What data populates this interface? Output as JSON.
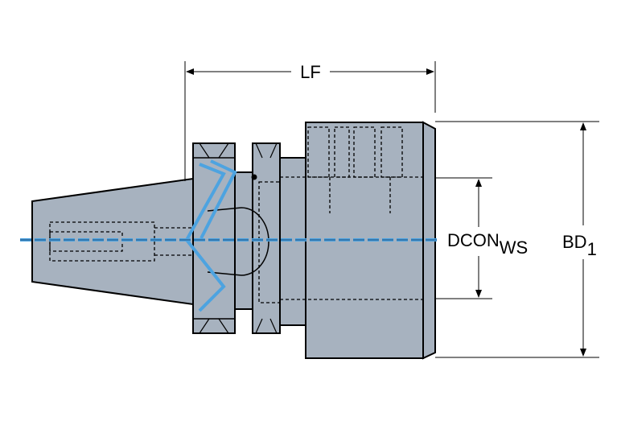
{
  "dimensions": {
    "lf": "LF",
    "dcon_main": "DCON",
    "dcon_sub": "WS",
    "bd_main": "BD",
    "bd_sub": "1"
  },
  "colors": {
    "body_fill": "#a7b2bf",
    "outline": "#000000",
    "centerline": "#4da3e0",
    "background": "#ffffff"
  }
}
